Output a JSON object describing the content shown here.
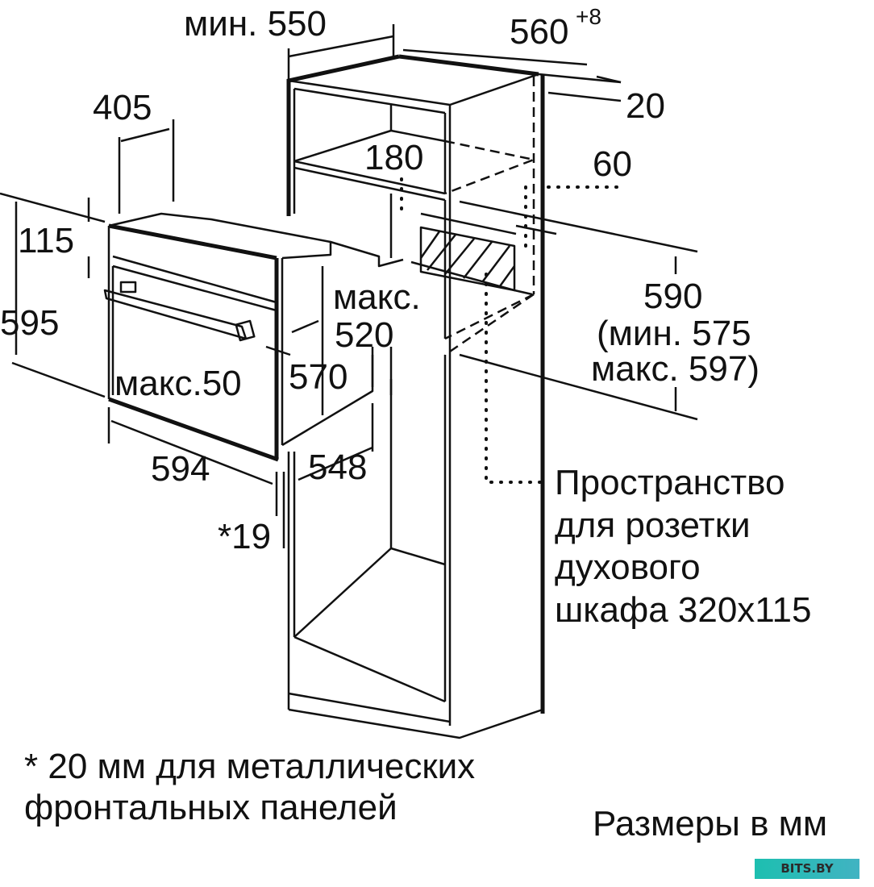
{
  "dimensions": {
    "min_depth": "мин. 550",
    "niche_width": "560",
    "niche_width_tolerance": "+8",
    "oven_depth_top": "405",
    "side_panel": "20",
    "shelf_gap": "180",
    "socket_offset": "60",
    "panel_height": "115",
    "oven_height": "595",
    "max_label": "макс.",
    "max_520": "520",
    "niche_height": "590",
    "niche_height_min": "(мин. 575",
    "niche_height_max": "макс. 597)",
    "max_50": "макс.50",
    "depth_570": "570",
    "oven_width": "594",
    "width_548": "548",
    "front_19": "*19"
  },
  "socket_note": [
    "Пространство",
    "для розетки",
    "духового",
    "шкафа 320x115"
  ],
  "footnote": [
    "* 20 мм для металлических",
    "фронтальных панелей"
  ],
  "units_note": "Размеры в мм",
  "watermark": "BITS.BY"
}
